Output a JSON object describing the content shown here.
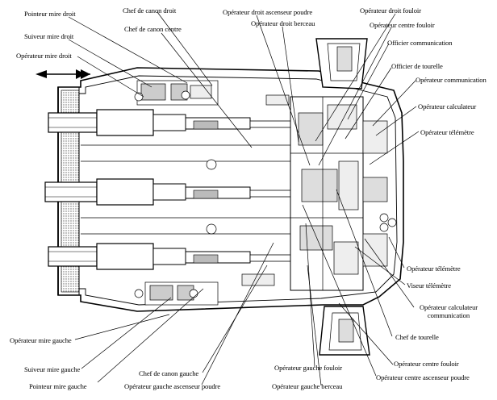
{
  "labels": {
    "pointeur_mire_droit": "Pointeur mire droit",
    "suiveur_mire_droit": "Suiveur mire droit",
    "operateur_mire_droit": "Opérateur mire droit",
    "chef_canon_droit": "Chef de canon droit",
    "chef_canon_centre": "Chef de canon centre",
    "operateur_droit_ascenseur": "Opérateur droit ascenseur poudre",
    "operateur_droit_berceau": "Opérateur droit berceau",
    "operateur_droit_fouloir": "Opérateur droit fouloir",
    "operateur_centre_fouloir_top": "Opérateur centre fouloir",
    "officier_communication": "Officier communication",
    "officier_tourelle": "Officier de tourelle",
    "operateur_communication": "Opérateur communication",
    "operateur_calculateur": "Opérateur calculateur",
    "operateur_telemetre_top": "Opérateur télémètre",
    "operateur_telemetre_bottom": "Opérateur télémètre",
    "viseur_telemetre": "Viseur télémètre",
    "operateur_calc_comm_1": "Opérateur calculateur",
    "operateur_calc_comm_2": "communication",
    "chef_tourelle": "Chef de tourelle",
    "operateur_centre_fouloir_bottom": "Opérateur centre fouloir",
    "operateur_centre_ascenseur": "Opérateur centre ascenseur poudre",
    "operateur_gauche_berceau": "Opérateur gauche berceau",
    "operateur_gauche_fouloir": "Opérateur gauche fouloir",
    "operateur_gauche_ascenseur": "Opérateur gauche ascenseur poudre",
    "chef_canon_gauche": "Chef de canon gauche",
    "pointeur_mire_gauche": "Pointeur mire gauche",
    "suiveur_mire_gauche": "Suiveur mire gauche",
    "operateur_mire_gauche": "Opérateur mire gauche"
  },
  "colors": {
    "ink": "#000000",
    "paper": "#ffffff",
    "shade": "#b8b8b8"
  }
}
